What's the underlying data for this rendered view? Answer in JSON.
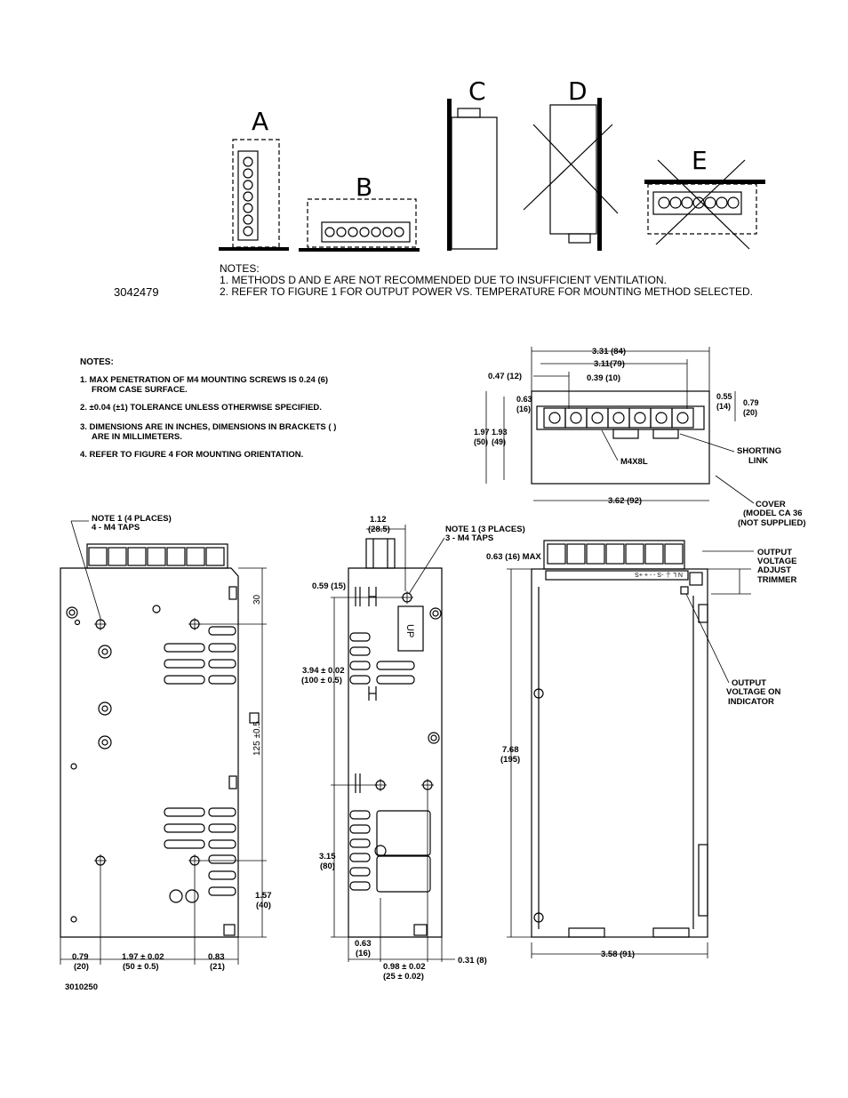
{
  "mounting": {
    "labels": {
      "a": "A",
      "b": "B",
      "c": "C",
      "d": "D",
      "e": "E"
    },
    "doc_number": "3042479",
    "notes_heading": "NOTES:",
    "notes": [
      "1.  METHODS  D  AND  E  ARE  NOT  RECOMMENDED  DUE  TO  INSUFFICIENT  VENTILATION.",
      "2.  REFER  TO  FIGURE  1  FOR  OUTPUT  POWER  VS.  TEMPERATURE  FOR  MOUNTING  METHOD  SELECTED."
    ]
  },
  "dims_notes": {
    "heading": "NOTES:",
    "items": [
      "1.  MAX PENETRATION OF M4 MOUNTING SCREWS IS 0.24 (6)",
      "FROM CASE SURFACE.",
      "2.  ±0.04 (±1) TOLERANCE UNLESS OTHERWISE SPECIFIED.",
      "3.  DIMENSIONS ARE IN INCHES, DIMENSIONS IN BRACKETS ( )",
      "ARE IN MILLIMETERS.",
      "4.  REFER TO FIGURE 4 FOR MOUNTING ORIENTATION."
    ]
  },
  "top_view": {
    "d_331": "3.31 (84)",
    "d_311": "3.11(79)",
    "d_047": "0.47 (12)",
    "d_039": "0.39 (10)",
    "d_063a": "0.63",
    "d_063b": "(16)",
    "d_055a": "0.55",
    "d_055b": "(14)",
    "d_079a": "0.79",
    "d_079b": "(20)",
    "d_197a": "1.97",
    "d_197b": "(50)",
    "d_193a": "1.93",
    "d_193b": "(49)",
    "screw": "M4X8L",
    "shorting_a": "SHORTING",
    "shorting_b": "LINK",
    "d_362": "3.62 (92)",
    "cover_a": "COVER",
    "cover_b": "(MODEL CA 36",
    "cover_c": "(NOT SUPPLIED)"
  },
  "front_view": {
    "note1_a": "NOTE 1 (4 PLACES)",
    "note1_b": "4 - M4 TAPS",
    "d_30": "30",
    "d_125": "125 ±0.5",
    "d_157a": "1.57",
    "d_157b": "(40)",
    "d_079a": "0.79",
    "d_079b": "(20)",
    "d_197a": "1.97 ± 0.02",
    "d_197b": "(50 ± 0.5)",
    "d_083a": "0.83",
    "d_083b": "(21)",
    "doc_number": "3010250"
  },
  "side_view": {
    "d_112a": "1.12",
    "d_112b": "(28.5)",
    "note1_a": "NOTE 1 (3 PLACES)",
    "note1_b": "3 - M4 TAPS",
    "d_059": "0.59 (15)",
    "up": "UP",
    "d_394a": "3.94 ± 0.02",
    "d_394b": "(100 ± 0.5)",
    "d_315a": "3.15",
    "d_315b": "(80)",
    "d_063a": "0.63",
    "d_063b": "(16)",
    "d_098a": "0.98 ± 0.02",
    "d_098b": "(25 ± 0.02)",
    "d_031": "0.31 (8)"
  },
  "right_view": {
    "d_063max": "0.63 (16) MAX",
    "terminals": "N  L  ⏚  -S  -  -  +  +S",
    "trim_a": "OUTPUT",
    "trim_b": "VOLTAGE",
    "trim_c": "ADJUST",
    "trim_d": "TRIMMER",
    "ind_a": "OUTPUT",
    "ind_b": "VOLTAGE ON",
    "ind_c": "INDICATOR",
    "d_768a": "7.68",
    "d_768b": "(195)",
    "d_358": "3.58 (91)"
  }
}
